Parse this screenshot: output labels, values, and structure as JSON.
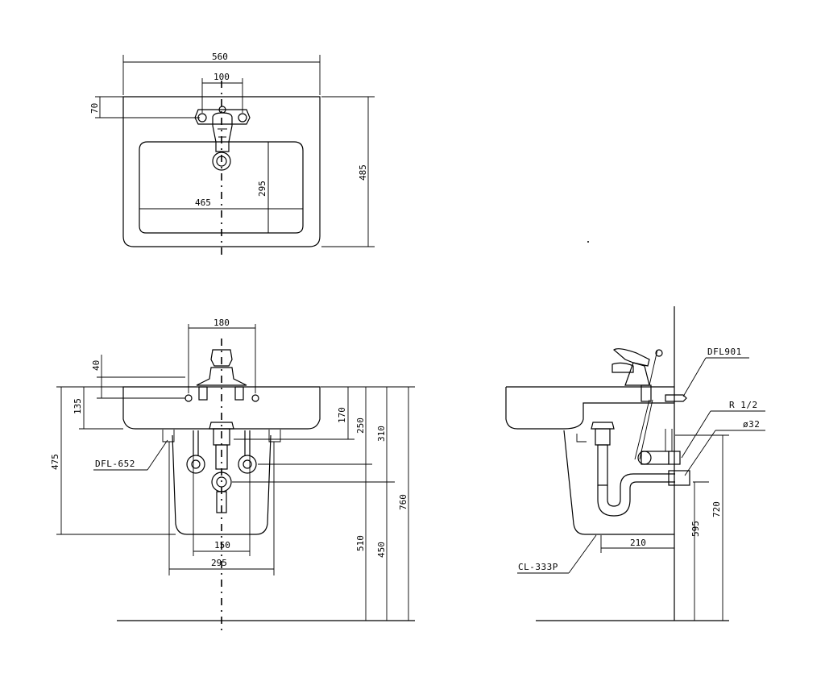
{
  "top_view": {
    "dims": {
      "width": "560",
      "faucet_spacing": "100",
      "faucet_offset": "70",
      "depth": "485",
      "bowl_width": "465",
      "bowl_depth": "295"
    }
  },
  "front_view": {
    "dims": {
      "faucet_holes": "180",
      "hole_height": "40",
      "rim_height": "135",
      "total_height": "475",
      "rim_170": "170",
      "dim_250": "250",
      "dim_310": "310",
      "dim_760": "760",
      "dim_510": "510",
      "dim_450": "450",
      "pedestal_150": "150",
      "pedestal_295": "295"
    },
    "labels": {
      "drain_part": "DFL-652"
    }
  },
  "side_view": {
    "dims": {
      "trap_offset": "210",
      "dim_595": "595",
      "dim_720": "720"
    },
    "labels": {
      "valve_part": "DFL901",
      "thread": "R 1/2",
      "pipe": "ø32",
      "trap_part": "CL-333P"
    }
  }
}
